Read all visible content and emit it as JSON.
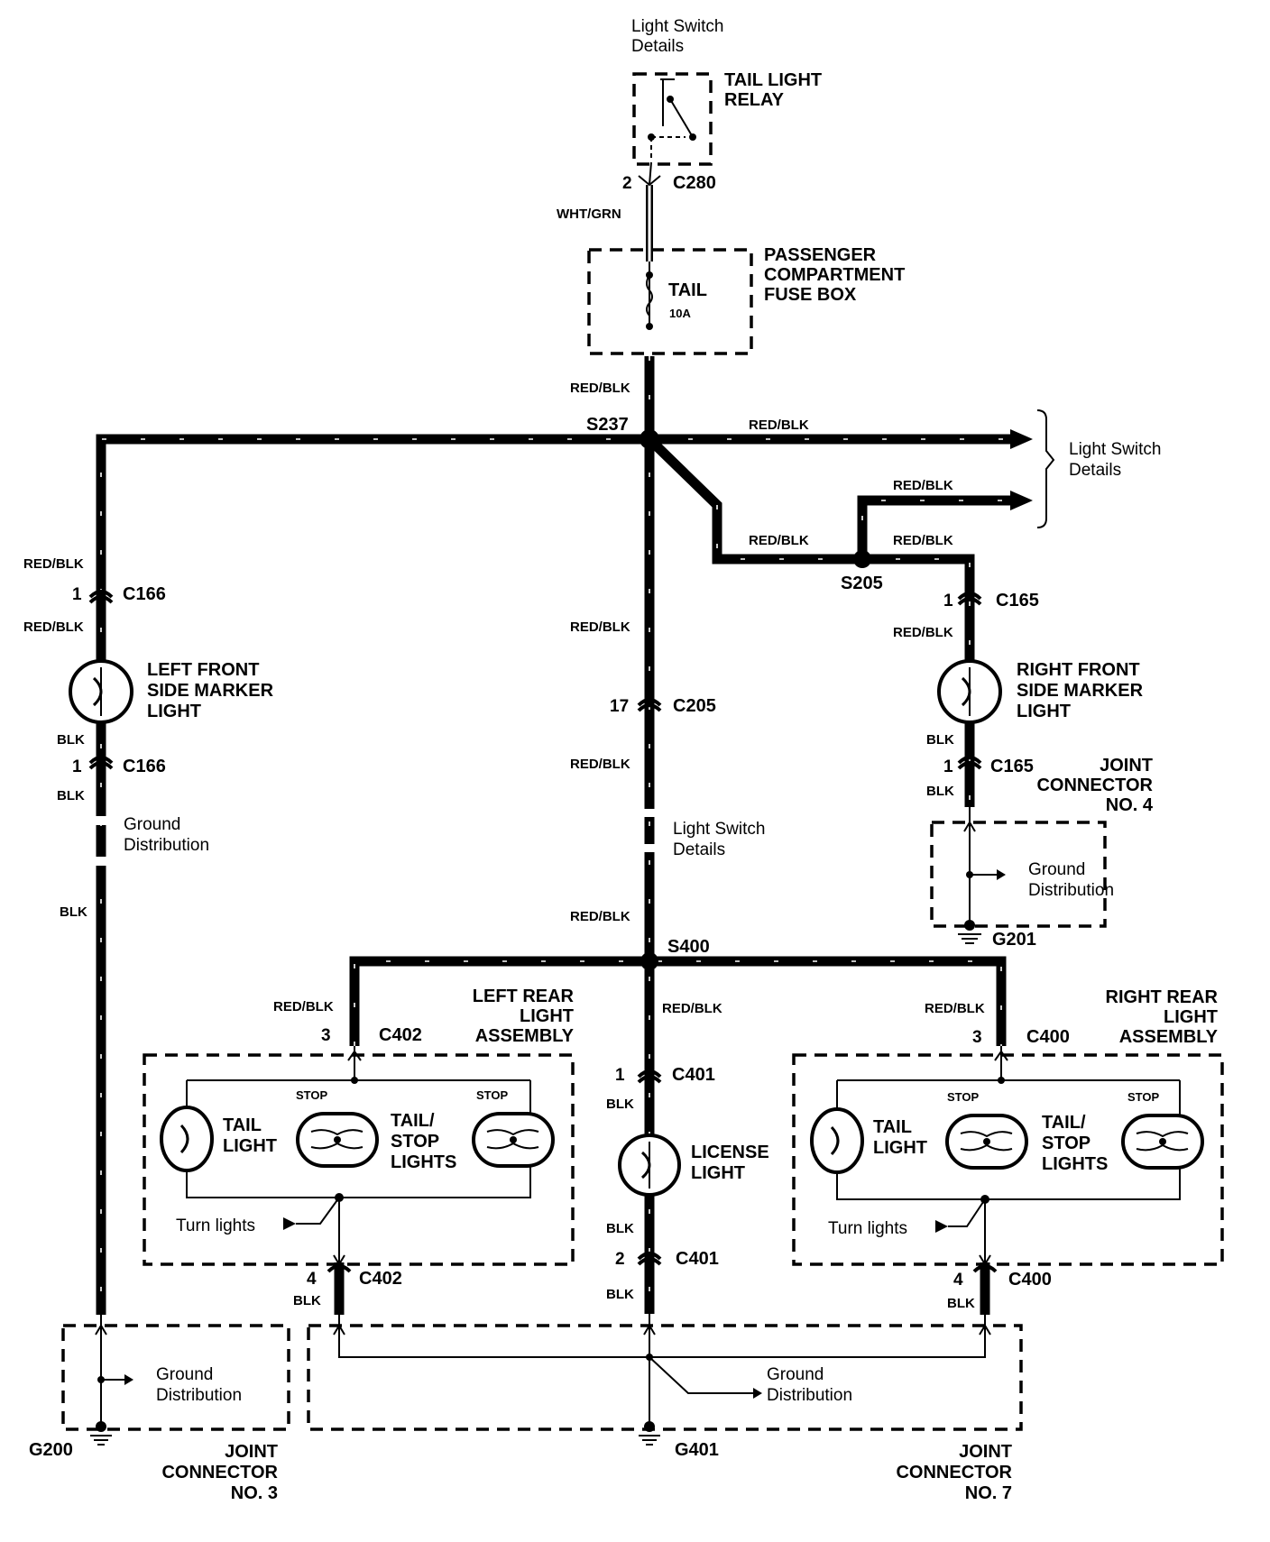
{
  "labels": {
    "top_switch": [
      "Light Switch",
      "Details"
    ],
    "relay": [
      "TAIL LIGHT",
      "RELAY"
    ],
    "relay_pin": "2",
    "c280": "C280",
    "wht_grn": "WHT/GRN",
    "fusebox": [
      "PASSENGER",
      "COMPARTMENT",
      "FUSE BOX"
    ],
    "fuse_name": "TAIL",
    "fuse_rating": "10A",
    "red_blk": "RED/BLK",
    "blk": "BLK",
    "s237": "S237",
    "s205": "S205",
    "s400": "S400",
    "right_switch": [
      "Light Switch",
      "Details"
    ],
    "mid_switch": [
      "Light Switch",
      "Details"
    ],
    "c166": "C166",
    "c165": "C165",
    "c205": "C205",
    "c205_pin": "17",
    "pin_1": "1",
    "pin_2": "2",
    "pin_3": "3",
    "pin_4": "4",
    "left_front": [
      "LEFT FRONT",
      "SIDE MARKER",
      "LIGHT"
    ],
    "right_front": [
      "RIGHT FRONT",
      "SIDE MARKER",
      "LIGHT"
    ],
    "ground_dist": [
      "Ground",
      "Distribution"
    ],
    "jc4": [
      "JOINT",
      "CONNECTOR",
      "NO. 4"
    ],
    "jc3": [
      "JOINT",
      "CONNECTOR",
      "NO. 3"
    ],
    "jc7": [
      "JOINT",
      "CONNECTOR",
      "NO. 7"
    ],
    "g201": "G201",
    "g200": "G200",
    "g401": "G401",
    "c402": "C402",
    "c400": "C400",
    "c401": "C401",
    "left_rear": [
      "LEFT REAR",
      "LIGHT",
      "ASSEMBLY"
    ],
    "right_rear": [
      "RIGHT REAR",
      "LIGHT",
      "ASSEMBLY"
    ],
    "tail_light": [
      "TAIL",
      "LIGHT"
    ],
    "tail_stop": [
      "TAIL/",
      "STOP",
      "LIGHTS"
    ],
    "stop": "STOP",
    "turn_lights": "Turn lights",
    "license": [
      "LICENSE",
      "LIGHT"
    ]
  }
}
